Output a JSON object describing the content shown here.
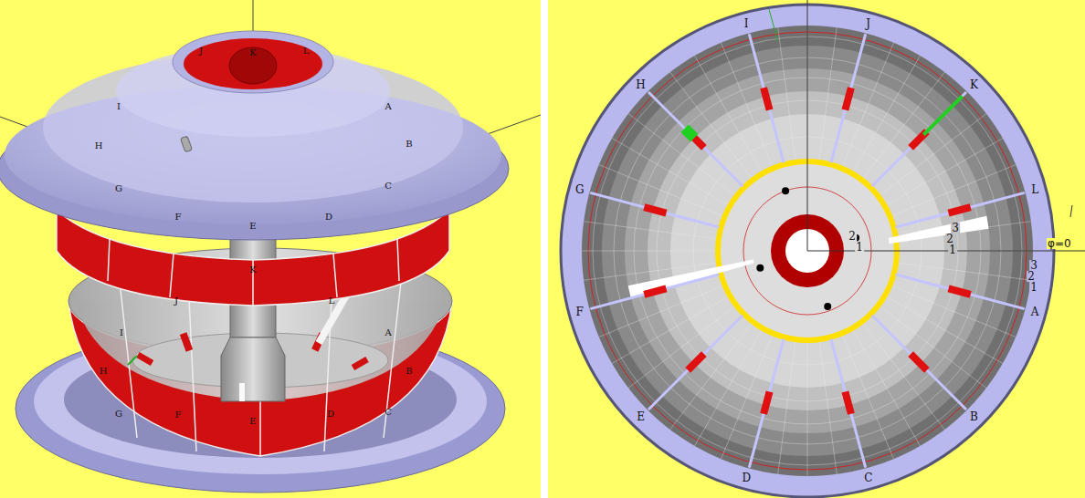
{
  "diagram": {
    "labels": [
      "K",
      "J",
      "L",
      "I",
      "A",
      "H",
      "B",
      "G",
      "C",
      "F",
      "E",
      "D",
      "K",
      "J",
      "L",
      "I",
      "A",
      "H",
      "B",
      "G",
      "C",
      "F",
      "E",
      "D",
      "I",
      "J",
      "H",
      "K",
      "G",
      "L",
      "F",
      "A",
      "E",
      "B",
      "D",
      "C",
      "2",
      "1",
      "3",
      "2",
      "1",
      "3",
      "2",
      "1",
      "φ=0"
    ]
  }
}
